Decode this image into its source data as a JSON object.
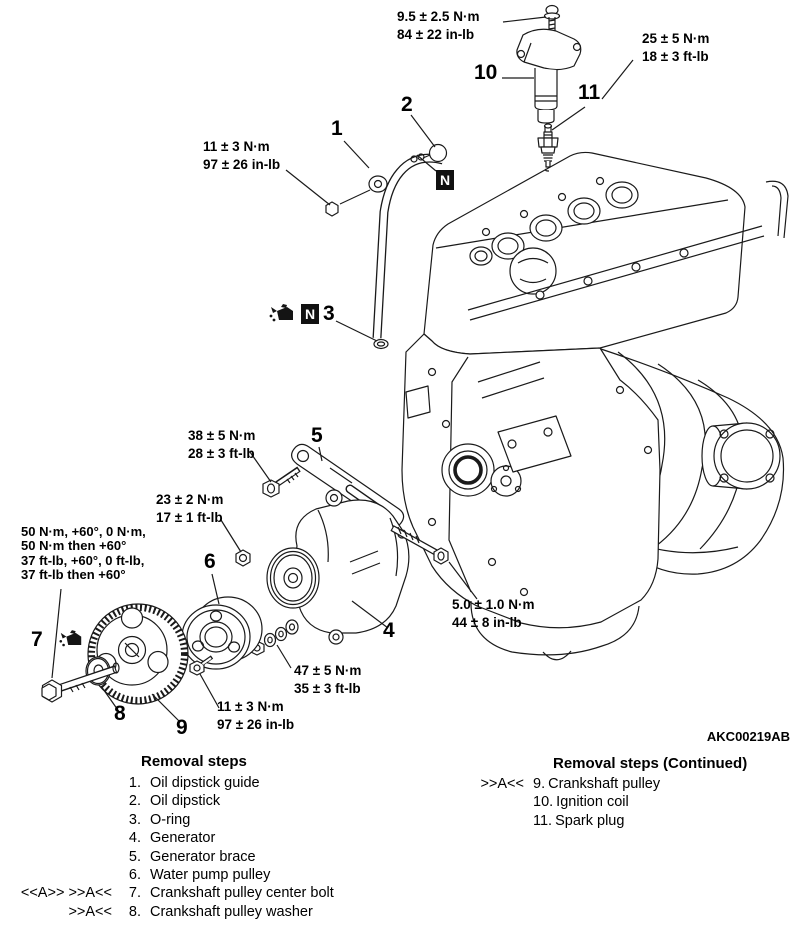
{
  "figure_code": "AKC00219AB",
  "symbols": {
    "lubricant": "N"
  },
  "parts": {
    "n1": "1",
    "n2": "2",
    "n3": "3",
    "n4": "4",
    "n5": "5",
    "n6": "6",
    "n7": "7",
    "n8": "8",
    "n9": "9",
    "n10": "10",
    "n11": "11"
  },
  "torques": {
    "coil_screw": {
      "l1": "9.5 ± 2.5 N·m",
      "l2": "84 ± 22 in-lb"
    },
    "spark_plug": {
      "l1": "25 ± 5 N·m",
      "l2": "18 ± 3 ft-lb"
    },
    "dipstick_bolt": {
      "l1": "11 ± 3 N·m",
      "l2": "97 ± 26 in-lb"
    },
    "brace_bolt": {
      "l1": "38 ± 5 N·m",
      "l2": "28 ± 3 ft-lb"
    },
    "brace_nut": {
      "l1": "23 ± 2 N·m",
      "l2": "17 ± 1 ft-lb"
    },
    "crank_bolt": {
      "l1": "50 N·m, +60°, 0 N·m,",
      "l2": "50 N·m then +60°",
      "l3": "37 ft-lb, +60°, 0 ft-lb,",
      "l4": "37 ft-lb then +60°"
    },
    "gen_bolt": {
      "l1": "5.0 ± 1.0 N·m",
      "l2": "44 ± 8 in-lb"
    },
    "gen_nut": {
      "l1": "47 ± 5 N·m",
      "l2": "35 ± 3 ft-lb"
    },
    "wp_bolt": {
      "l1": "11 ± 3 N·m",
      "l2": "97 ± 26 in-lb"
    }
  },
  "legend_left": {
    "title": "Removal steps",
    "items": [
      {
        "prefix": "",
        "num": "1.",
        "label": "Oil dipstick guide"
      },
      {
        "prefix": "",
        "num": "2.",
        "label": "Oil dipstick"
      },
      {
        "prefix": "",
        "num": "3.",
        "label": "O-ring"
      },
      {
        "prefix": "",
        "num": "4.",
        "label": "Generator"
      },
      {
        "prefix": "",
        "num": "5.",
        "label": "Generator brace"
      },
      {
        "prefix": "",
        "num": "6.",
        "label": "Water pump pulley"
      },
      {
        "prefix": "<<A>> >>A<<",
        "num": "7.",
        "label": "Crankshaft pulley center bolt"
      },
      {
        "prefix": ">>A<<",
        "num": "8.",
        "label": "Crankshaft pulley washer"
      }
    ]
  },
  "legend_right": {
    "title": "Removal steps (Continued)",
    "items": [
      {
        "prefix": ">>A<<",
        "num": "9.",
        "label": "Crankshaft pulley"
      },
      {
        "prefix": "",
        "num": "10.",
        "label": "Ignition coil"
      },
      {
        "prefix": "",
        "num": "11.",
        "label": "Spark plug"
      }
    ]
  }
}
